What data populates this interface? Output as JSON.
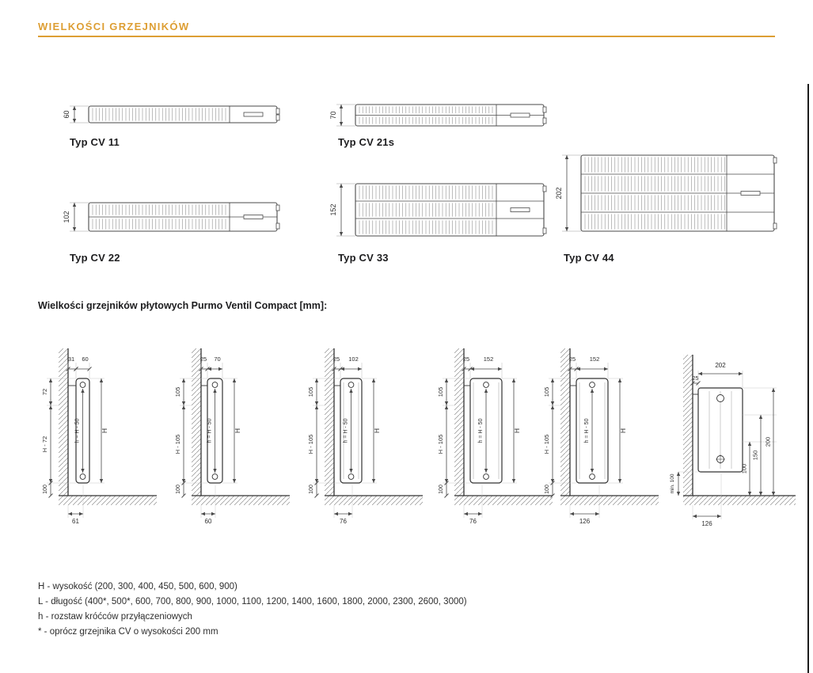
{
  "page": {
    "title": "WIELKOŚCI GRZEJNIKÓW",
    "section_title": "Wielkości grzejników płytowych Purmo Ventil Compact [mm]:"
  },
  "colors": {
    "accent": "#dd9e33",
    "line": "#4a4a4a"
  },
  "top_views": [
    {
      "type_label": "Typ CV 11",
      "height_mm": "60"
    },
    {
      "type_label": "Typ CV 21s",
      "height_mm": "70"
    },
    {
      "type_label": "Typ CV 22",
      "height_mm": "102"
    },
    {
      "type_label": "Typ CV 33",
      "height_mm": "152"
    },
    {
      "type_label": "Typ CV 44",
      "height_mm": "202"
    }
  ],
  "side_views": [
    {
      "wall_gap": "31",
      "depth": "60",
      "top_offset": "72",
      "height_minus": "H - 72",
      "pipe_spacing": "h = H - 50",
      "total_height": "H",
      "floor_clearance": "100",
      "conn_from_wall": "61"
    },
    {
      "wall_gap": "25",
      "depth": "70",
      "top_offset": "105",
      "height_minus": "H - 105",
      "pipe_spacing": "h = H - 50",
      "total_height": "H",
      "floor_clearance": "100",
      "conn_from_wall": "60"
    },
    {
      "wall_gap": "25",
      "depth": "102",
      "top_offset": "105",
      "height_minus": "H - 105",
      "pipe_spacing": "h = H - 50",
      "total_height": "H",
      "floor_clearance": "100",
      "conn_from_wall": "76"
    },
    {
      "wall_gap": "25",
      "depth": "152",
      "top_offset": "105",
      "height_minus": "H - 105",
      "pipe_spacing": "h = H - 50",
      "total_height": "H",
      "floor_clearance": "100",
      "conn_from_wall": "76"
    },
    {
      "wall_gap": "25",
      "depth": "152",
      "top_offset": "105",
      "height_minus": "H - 105",
      "pipe_spacing": "h = H - 50",
      "total_height": "H",
      "floor_clearance": "100",
      "conn_from_wall": "126"
    }
  ],
  "corner_view": {
    "depth": "202",
    "wall_gap": "25",
    "right_dims": [
      "100",
      "150",
      "200"
    ],
    "bottom_dim": "126",
    "min_clearance": "min. 100"
  },
  "legend": {
    "lines": [
      "H - wysokość (200, 300, 400, 450, 500, 600, 900)",
      "L - długość (400*, 500*, 600, 700, 800, 900, 1000, 1100, 1200, 1400, 1600, 1800, 2000, 2300, 2600, 3000)",
      "h - rozstaw króćców przyłączeniowych",
      "* - oprócz grzejnika CV o wysokości 200 mm"
    ]
  }
}
